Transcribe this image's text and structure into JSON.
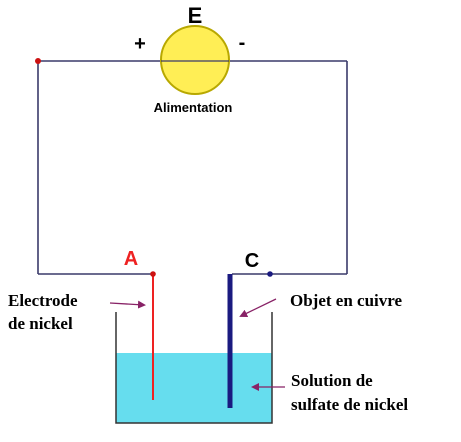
{
  "source": {
    "letter": "E",
    "plus_sign": "+",
    "minus_sign": "-",
    "label": "Alimentation"
  },
  "terminals": {
    "anode_letter": "A",
    "cathode_letter": "C"
  },
  "annotations": {
    "electrode_line1": "Electrode",
    "electrode_line2": "de nickel",
    "object_label": "Objet en cuivre",
    "solution_line1": "Solution de",
    "solution_line2": "sulfate de nickel"
  },
  "colors": {
    "wire": "#3a3a6a",
    "source_fill": "#ffee55",
    "source_stroke": "#b8a800",
    "anode": "#ee2222",
    "cathode": "#1a1a80",
    "solution": "#66ddee",
    "beaker": "#333333",
    "terminal_letters": "#ee2222",
    "arrows": "#882266",
    "node": "#cc1111"
  }
}
